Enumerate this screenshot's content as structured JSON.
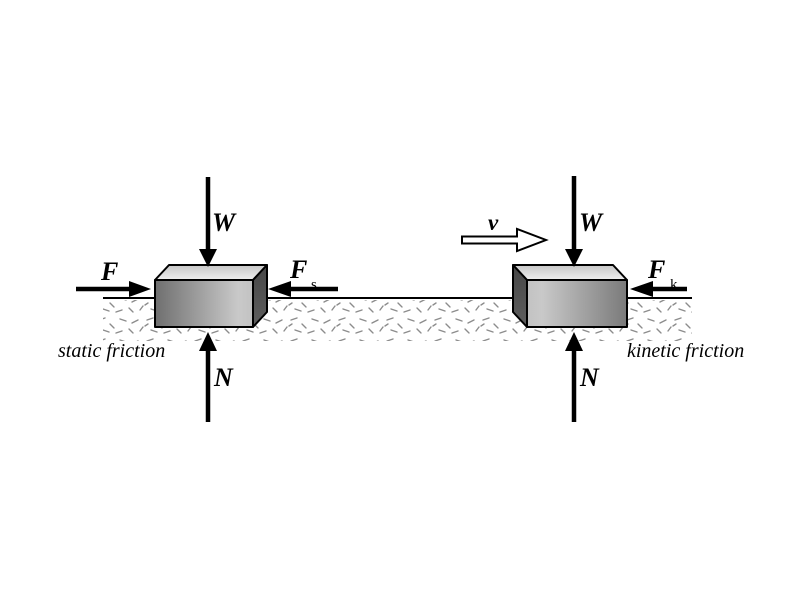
{
  "figure": {
    "type": "physics-friction-diagram",
    "colors": {
      "background": "#ffffff",
      "ink": "#000000",
      "texture_gray": "#8c8c8c",
      "block_side_dark": "#4f4f4f",
      "block_front_dark": "#6f6f6f",
      "block_front_mid": "#7a7a7a",
      "block_front_light": "#c9c9c9",
      "block_top_light": "#efefef"
    }
  },
  "left_figure": {
    "caption": "static friction",
    "weight_label": "W",
    "normal_label": "N",
    "applied_force_label": "F",
    "friction_force_label": "F",
    "friction_force_subscript": "s"
  },
  "right_figure": {
    "caption": "kinetic friction",
    "velocity_label": "v",
    "weight_label": "W",
    "normal_label": "N",
    "friction_force_label": "F",
    "friction_force_subscript": "k"
  }
}
